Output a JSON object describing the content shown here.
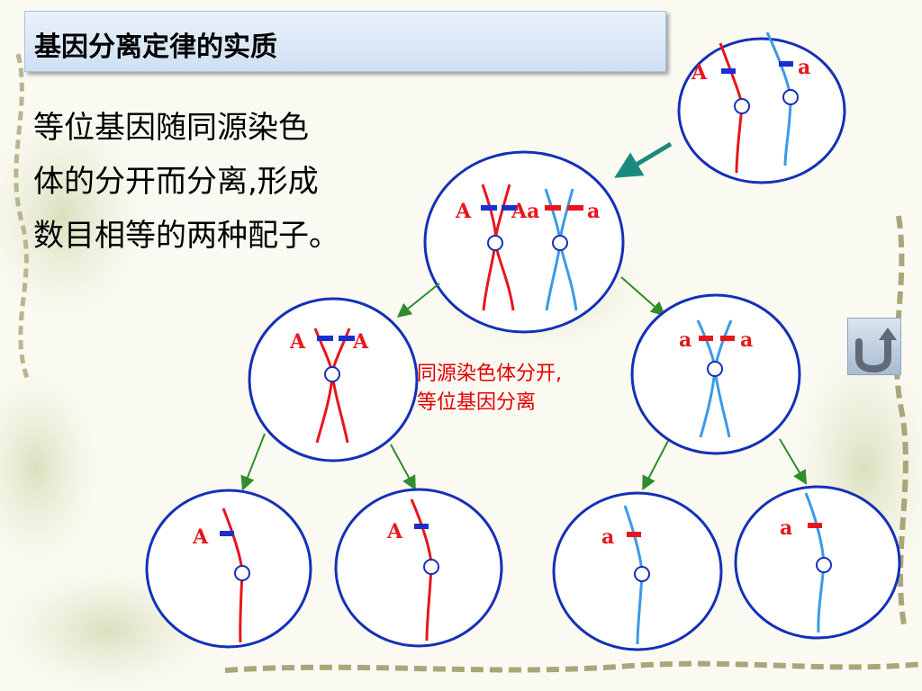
{
  "title": "基因分离定律的实质",
  "description_lines": [
    "等位基因随同源染色",
    "体的分开而分离,形成",
    "数目相等的两种配子。"
  ],
  "note_lines": [
    "同源染色体分开,",
    "等位基因分离"
  ],
  "genes": {
    "dominant": "A",
    "recessive": "a",
    "pair_middle": "Aa"
  },
  "colors": {
    "red_chromosome": "#e8161b",
    "blue_chromosome": "#3b9ae6",
    "circle_border": "#1530b8",
    "dominant_gene_bar": "#1a2fd0",
    "recessive_gene_bar": "#e8161b",
    "teal_arrow": "#1b8a7e",
    "green_arrow": "#2f8d2b",
    "note_text": "#e00000"
  },
  "icons": {
    "return_button": "u-turn-arrow-icon"
  }
}
